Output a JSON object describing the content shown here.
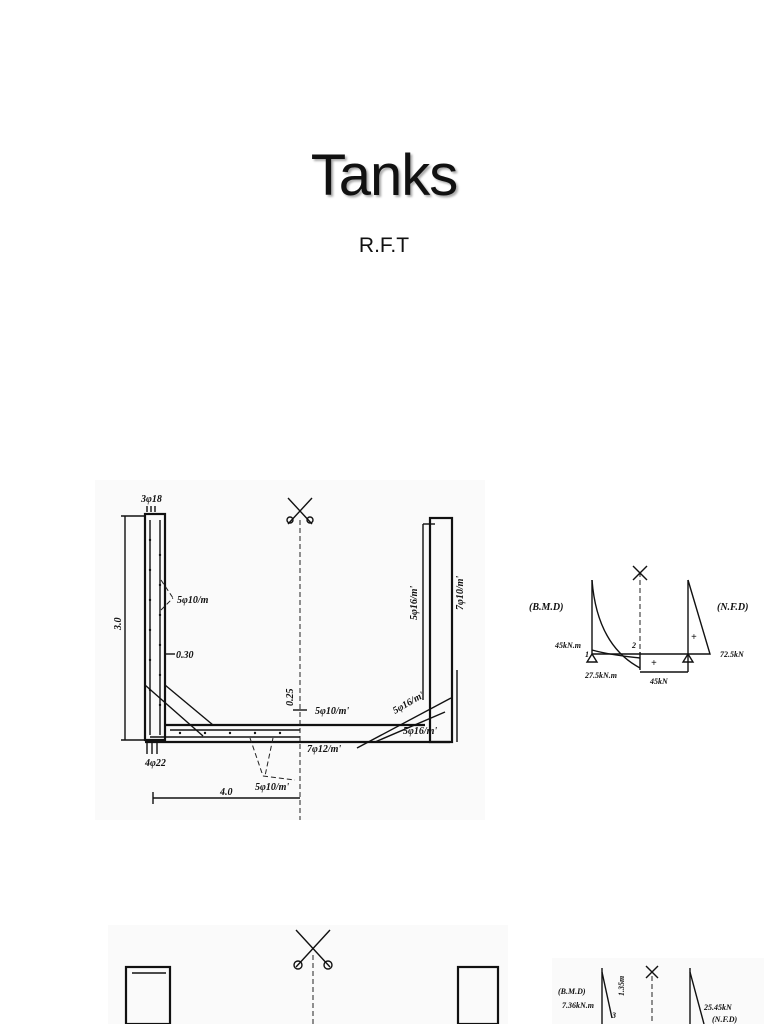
{
  "slide": {
    "title": "Tanks",
    "subtitle": "R.F.T"
  },
  "drawing1": {
    "labels": {
      "top_bars": "3φ18",
      "bottom_bars": "4φ22",
      "wall_height": "3.0",
      "wall_thickness": "0.30",
      "wall_stirrups": "5φ10/m",
      "slab_thickness": "0.25",
      "slab_top": "5φ10/m'",
      "slab_bottom": "7φ12/m'",
      "haunch": "5φ10/m'",
      "half_span": "4.0",
      "right_wall_inner": "5φ16/m'",
      "right_wall_outer": "7φ10/m'",
      "corner_bar_1": "5φ16/m'",
      "corner_bar_2": "5φ16/m'"
    }
  },
  "diagram1": {
    "bmd": "(B.M.D)",
    "nfd": "(N.F.D)",
    "moment_top": "45kN.m",
    "moment_bottom": "27.5kN.m",
    "normal_right": "72.5kN",
    "normal_bottom": "45kN",
    "node_1": "1",
    "node_2": "2",
    "plus_1": "+",
    "plus_2": "+"
  },
  "diagram2": {
    "bmd": "(B.M.D)",
    "nfd": "(N.F.D)",
    "moment": "7.36kN.m",
    "height": "1.35m",
    "normal": "25.45kN",
    "node_3": "3"
  }
}
